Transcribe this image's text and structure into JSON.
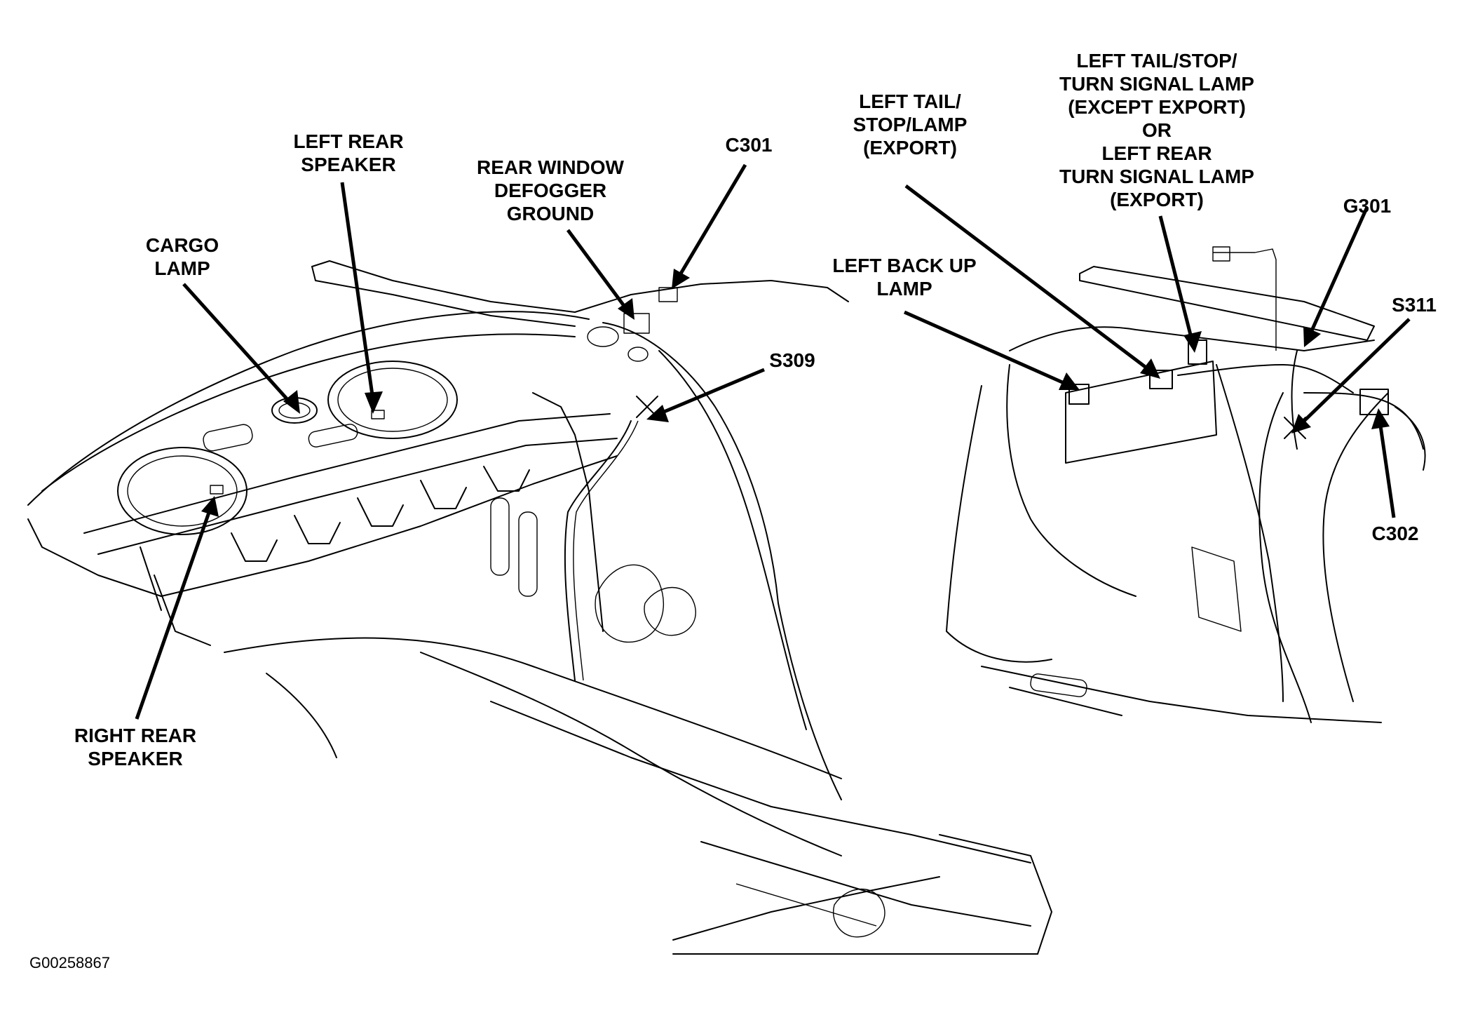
{
  "figure_id": "G00258867",
  "labels": {
    "left_rear_speaker": [
      "LEFT REAR",
      "SPEAKER"
    ],
    "cargo_lamp": [
      "CARGO",
      "LAMP"
    ],
    "rear_window_defogger_ground": [
      "REAR WINDOW",
      "DEFOGGER",
      "GROUND"
    ],
    "c301": [
      "C301"
    ],
    "s309": [
      "S309"
    ],
    "right_rear_speaker": [
      "RIGHT REAR",
      "SPEAKER"
    ],
    "left_tail_stop_lamp_export": [
      "LEFT TAIL/",
      "STOP/LAMP",
      "(EXPORT)"
    ],
    "left_tail_stop_turn": [
      "LEFT TAIL/STOP/",
      "TURN SIGNAL LAMP",
      "(EXCEPT EXPORT)",
      "OR",
      "LEFT REAR",
      "TURN SIGNAL LAMP",
      "(EXPORT)"
    ],
    "left_back_up_lamp": [
      "LEFT BACK UP",
      "LAMP"
    ],
    "g301": [
      "G301"
    ],
    "s311": [
      "S311"
    ],
    "c302": [
      "C302"
    ]
  }
}
